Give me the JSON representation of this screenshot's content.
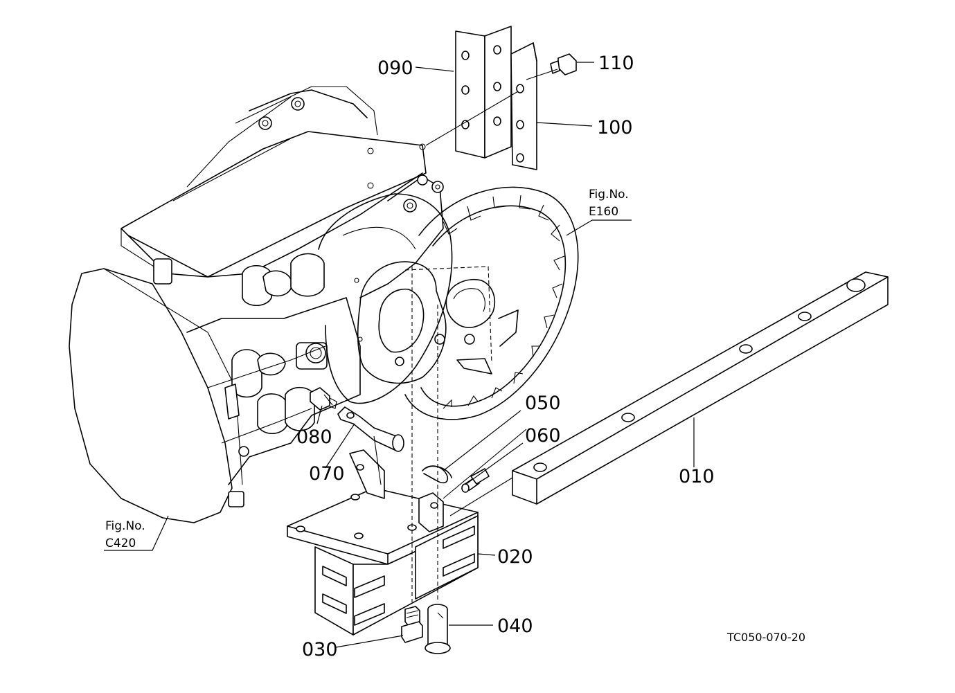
{
  "parts": [
    {
      "id": "p010",
      "number": "010"
    },
    {
      "id": "p020",
      "number": "020"
    },
    {
      "id": "p030",
      "number": "030"
    },
    {
      "id": "p040",
      "number": "040"
    },
    {
      "id": "p050",
      "number": "050"
    },
    {
      "id": "p060",
      "number": "060"
    },
    {
      "id": "p070",
      "number": "070"
    },
    {
      "id": "p080",
      "number": "080"
    },
    {
      "id": "p090",
      "number": "090"
    },
    {
      "id": "p100",
      "number": "100"
    },
    {
      "id": "p110",
      "number": "110"
    }
  ],
  "references": [
    {
      "id": "ref_e160",
      "line1": "Fig.No.",
      "line2": "E160"
    },
    {
      "id": "ref_c420",
      "line1": "Fig.No.",
      "line2": "C420"
    }
  ],
  "drawing_code": "TC050-070-20"
}
